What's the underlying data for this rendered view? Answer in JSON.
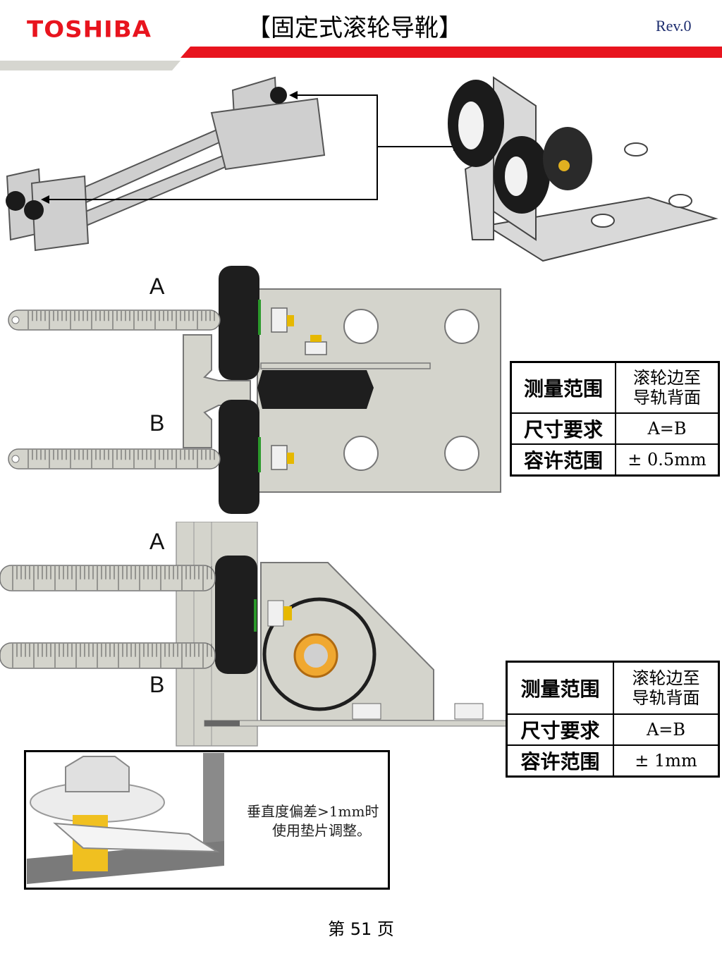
{
  "header": {
    "logo": "TOSHIBA",
    "title": "【固定式滚轮导靴】",
    "revision": "Rev.0",
    "colors": {
      "brand_red": "#e8141e",
      "band_gray": "#d6d6d0"
    }
  },
  "figure_labels": {
    "top_a": "A",
    "top_b": "B",
    "bottom_a": "A",
    "bottom_b": "B"
  },
  "spec_table_1": {
    "rows": [
      {
        "key": "测量范围",
        "value": [
          "滚轮边至",
          "导轨背面"
        ]
      },
      {
        "key": "尺寸要求",
        "value": [
          "A=B"
        ]
      },
      {
        "key": "容许范围",
        "value": [
          "± 0.5mm"
        ]
      }
    ]
  },
  "spec_table_2": {
    "rows": [
      {
        "key": "测量范围",
        "value": [
          "滚轮边至",
          "导轨背面"
        ]
      },
      {
        "key": "尺寸要求",
        "value": [
          "A=B"
        ]
      },
      {
        "key": "容许范围",
        "value": [
          "± 1mm"
        ]
      }
    ]
  },
  "detail_note": {
    "line1": "垂直度偏差>1mm时",
    "line2": "使用垫片调整。"
  },
  "footer": {
    "page_label": "第 51 页"
  }
}
